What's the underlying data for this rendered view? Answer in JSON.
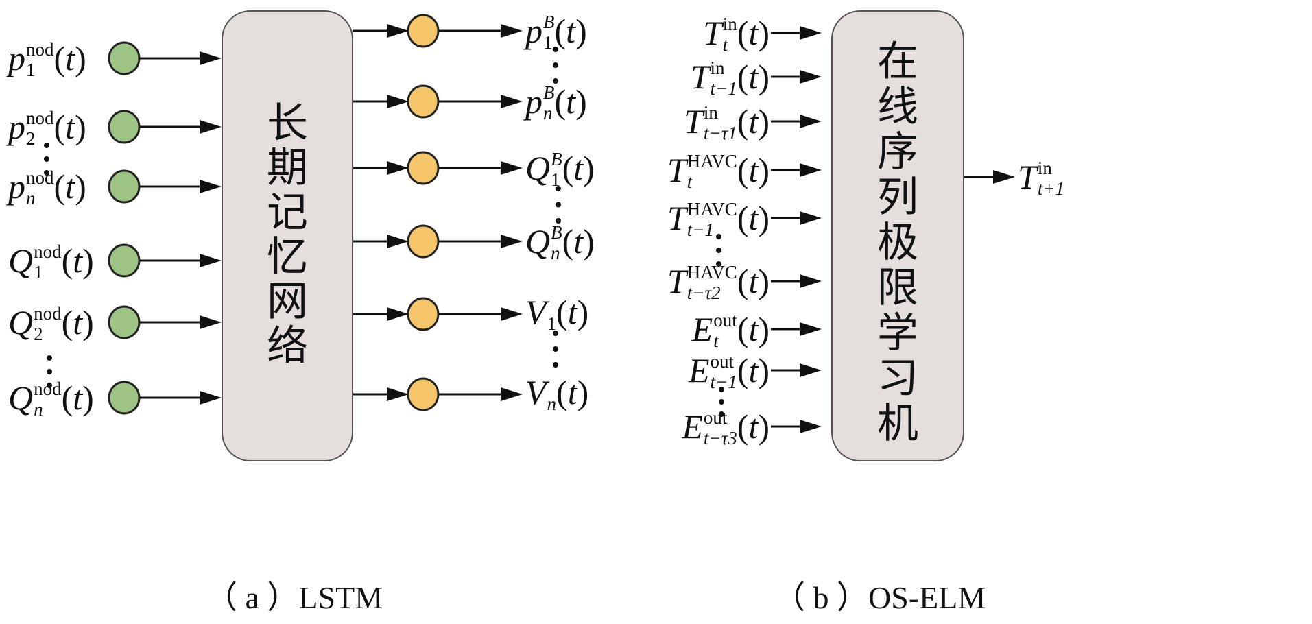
{
  "colors": {
    "input_node": "#9dc485",
    "output_node": "#f6c66a",
    "box_fill": "#e4dedd",
    "stroke": "#111111"
  },
  "lstm": {
    "box_text": [
      "长",
      "期",
      "记",
      "忆",
      "网",
      "络"
    ],
    "caption": "（ a ）LSTM",
    "inputs": [
      {
        "base": "p",
        "sup": "nod",
        "sub": "1",
        "arg": "t"
      },
      {
        "base": "p",
        "sup": "nod",
        "sub": "2",
        "arg": "t"
      },
      {
        "base": "p",
        "sup": "nod",
        "sub": "n",
        "arg": "t"
      },
      {
        "base": "Q",
        "sup": "nod",
        "sub": "1",
        "arg": "t"
      },
      {
        "base": "Q",
        "sup": "nod",
        "sub": "2",
        "arg": "t"
      },
      {
        "base": "Q",
        "sup": "nod",
        "sub": "n",
        "arg": "t"
      }
    ],
    "outputs": [
      {
        "base": "p",
        "sup": "B",
        "sub": "1",
        "arg": "t"
      },
      {
        "base": "p",
        "sup": "B",
        "sub": "n",
        "arg": "t"
      },
      {
        "base": "Q",
        "sup": "B",
        "sub": "1",
        "arg": "t"
      },
      {
        "base": "Q",
        "sup": "B",
        "sub": "n",
        "arg": "t"
      },
      {
        "base": "V",
        "sup": "",
        "sub": "1",
        "arg": "t"
      },
      {
        "base": "V",
        "sup": "",
        "sub": "n",
        "arg": "t"
      }
    ]
  },
  "oselm": {
    "box_text": [
      "在",
      "线",
      "序",
      "列",
      "极",
      "限",
      "学",
      "习",
      "机"
    ],
    "caption": "（ b ）OS-ELM",
    "inputs": [
      {
        "base": "T",
        "sup": "in",
        "sub": "t",
        "arg": "t"
      },
      {
        "base": "T",
        "sup": "in",
        "sub": "t−1",
        "arg": "t"
      },
      {
        "base": "T",
        "sup": "in",
        "sub": "t−τ1",
        "arg": "t"
      },
      {
        "base": "T",
        "sup": "HAVC",
        "sub": "t",
        "arg": "t"
      },
      {
        "base": "T",
        "sup": "HAVC",
        "sub": "t−1",
        "arg": "t"
      },
      {
        "base": "T",
        "sup": "HAVC",
        "sub": "t−τ2",
        "arg": "t"
      },
      {
        "base": "E",
        "sup": "out",
        "sub": "t",
        "arg": "t"
      },
      {
        "base": "E",
        "sup": "out",
        "sub": "t−1",
        "arg": "t"
      },
      {
        "base": "E",
        "sup": "out",
        "sub": "t−τ3",
        "arg": "t"
      }
    ],
    "output": {
      "base": "T",
      "sup": "in",
      "sub": "t+1",
      "arg": ""
    }
  }
}
